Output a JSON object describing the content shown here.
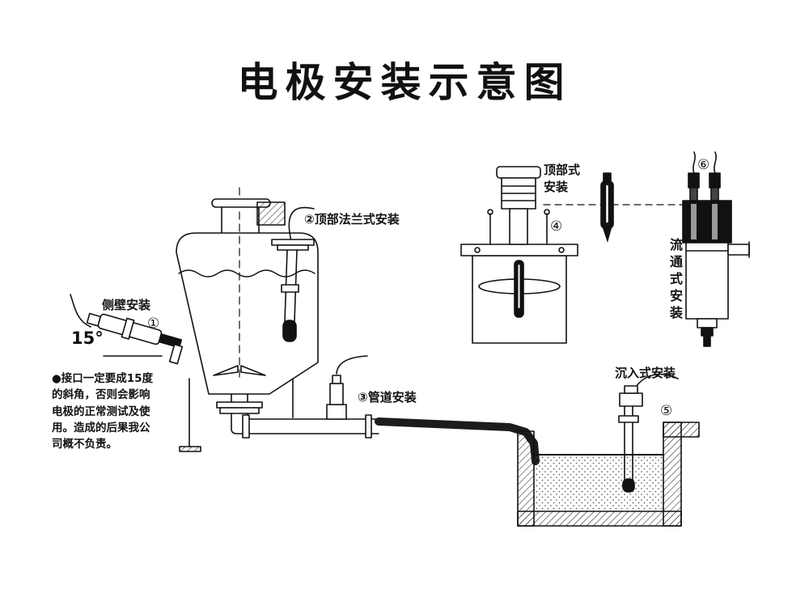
{
  "title": "电极安装示意图",
  "labels": {
    "side_wall": "侧壁安装",
    "num1": "①",
    "angle15": "15°",
    "top_flange": "②顶部法兰式安装",
    "pipeline": "③管道安装",
    "top_type": "顶部式\n安装",
    "num4": "④",
    "submerged": "沉入式安装",
    "num5": "⑤",
    "num6": "⑥",
    "flow_through": "流通式安装"
  },
  "note": "●接口一定要成15度\n的斜角，否则会影响\n电极的正常测试及使\n用。造成的后果我公\n司概不负责。",
  "colors": {
    "ink": "#111111",
    "background": "#ffffff"
  }
}
